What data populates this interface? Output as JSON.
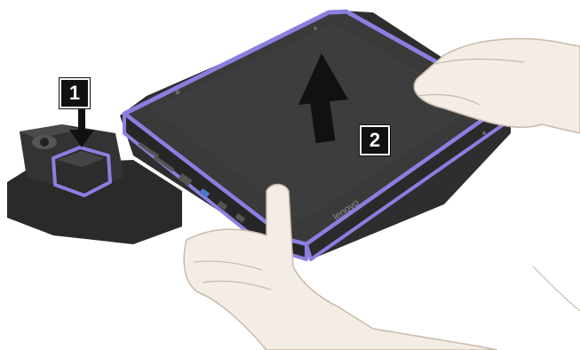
{
  "illustration": {
    "steps": [
      {
        "number": "1"
      },
      {
        "number": "2"
      }
    ],
    "laptop_brand": "lenovo",
    "colors": {
      "highlight": "#8a7fe0",
      "device_dark": "#2a2a2a",
      "device_mid": "#3a3a3a",
      "skin": "#f3ede6",
      "badge_bg": "#111111",
      "badge_fg": "#ffffff"
    }
  }
}
